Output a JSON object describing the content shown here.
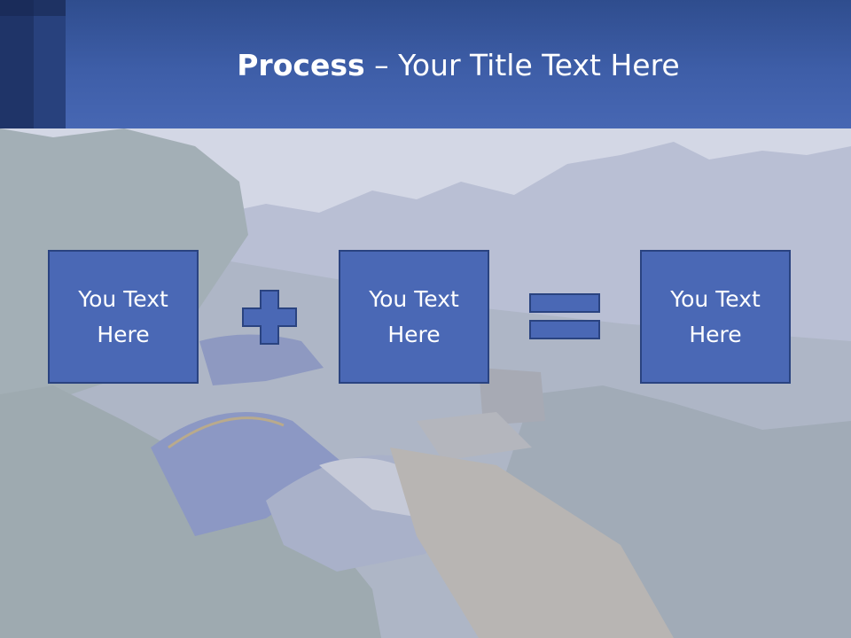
{
  "title": {
    "bold": "Process",
    "separator": " – ",
    "rest": "Your Title Text Here"
  },
  "boxes": [
    {
      "label": "You Text Here"
    },
    {
      "label": "You Text Here"
    },
    {
      "label": "You Text Here"
    }
  ],
  "operators": [
    "plus-icon",
    "equals-icon"
  ],
  "colors": {
    "header": "#4767b3",
    "box_fill": "#4a68b5",
    "box_border": "#2a4380",
    "text": "#ffffff"
  }
}
